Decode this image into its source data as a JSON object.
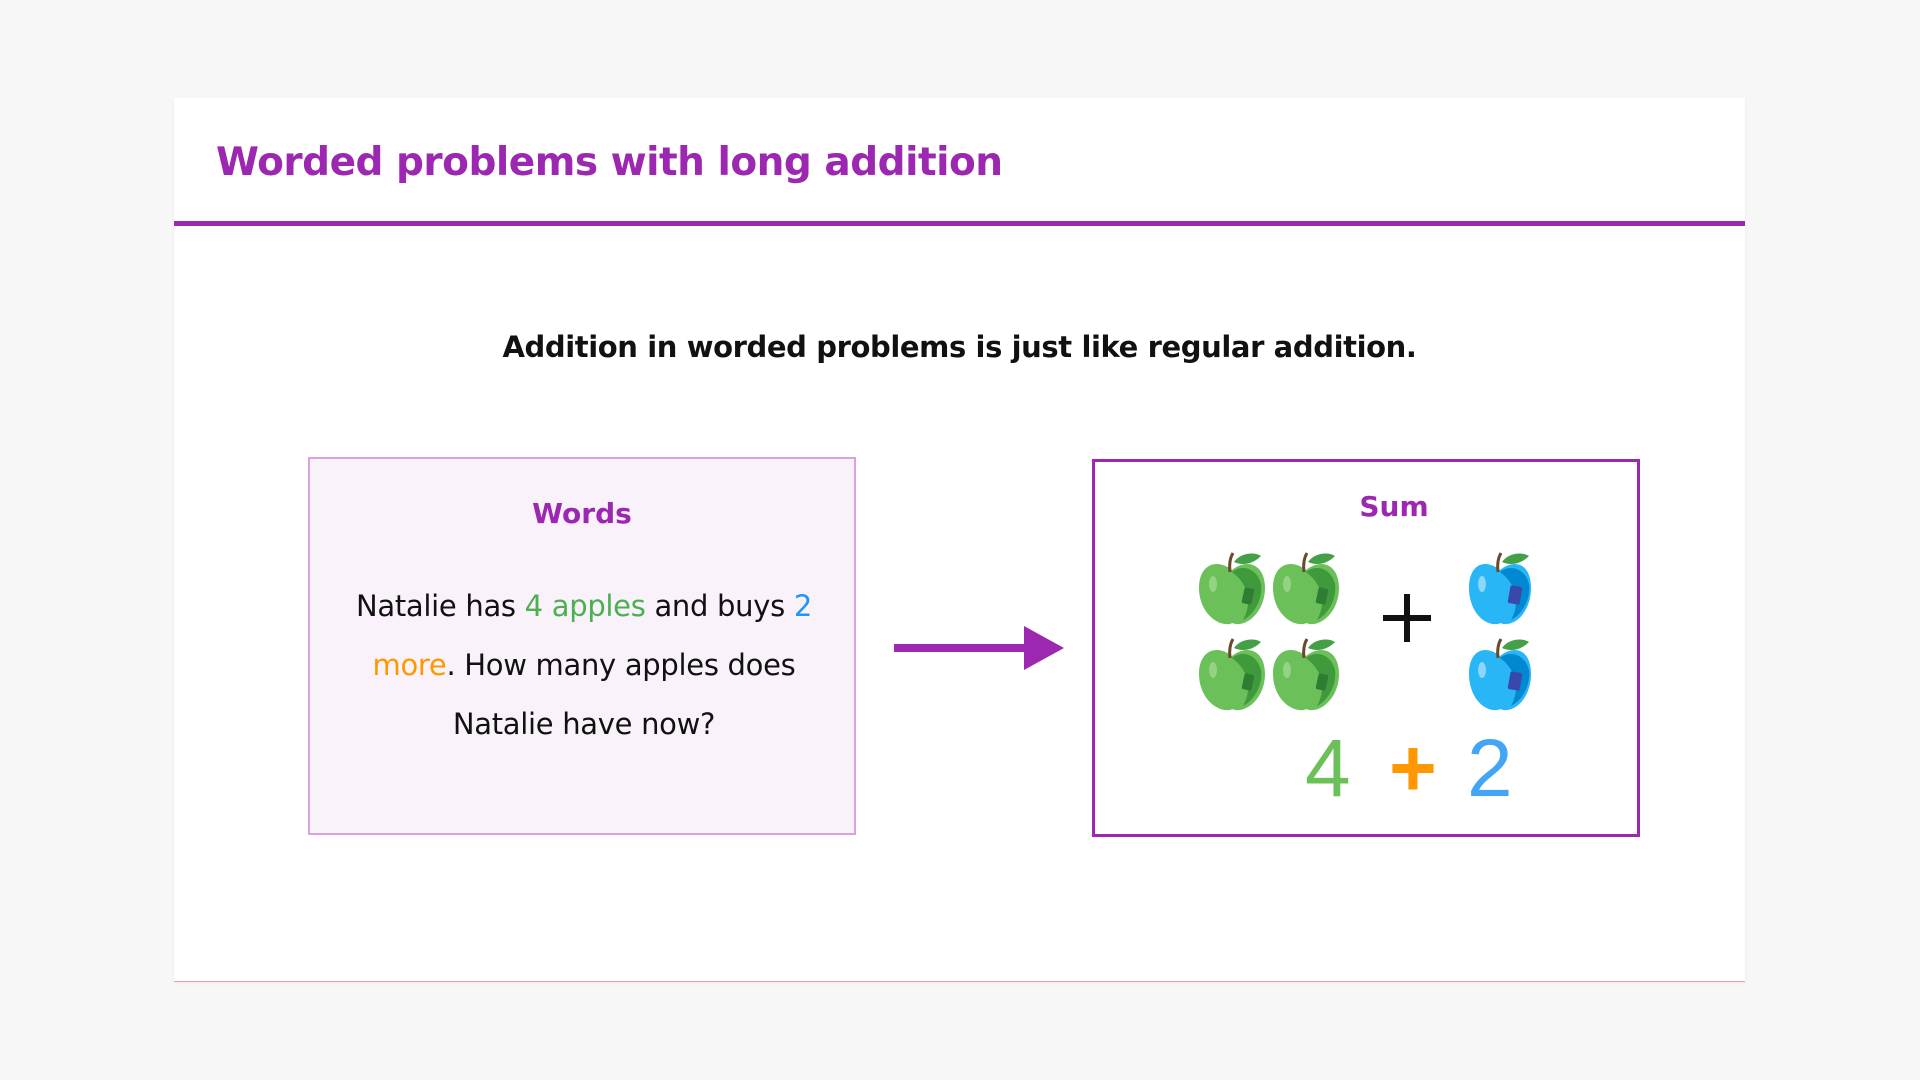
{
  "slide": {
    "title": "Worded problems with long addition",
    "subtitle": "Addition in worded problems is just like regular addition."
  },
  "words_panel": {
    "heading": "Words",
    "problem": {
      "part1": "Natalie has ",
      "green_text": "4 apples",
      "part2": " and buys ",
      "blue_text": "2",
      "orange_text": " more",
      "part3": ". How many apples does Natalie have now?"
    }
  },
  "sum_panel": {
    "heading": "Sum",
    "left_apples": {
      "count": 4,
      "color": "#6cc05a",
      "icon": "green-apple-icon"
    },
    "right_apples": {
      "count": 2,
      "color": "#29b6f6",
      "icon": "blue-apple-icon"
    },
    "operator_symbol": "plus-icon",
    "equation": {
      "a": "4",
      "op": "+",
      "b": "2"
    }
  },
  "colors": {
    "accent": "#9c27b0",
    "green": "#4caf50",
    "blue": "#2196f3",
    "orange": "#ff9800"
  }
}
